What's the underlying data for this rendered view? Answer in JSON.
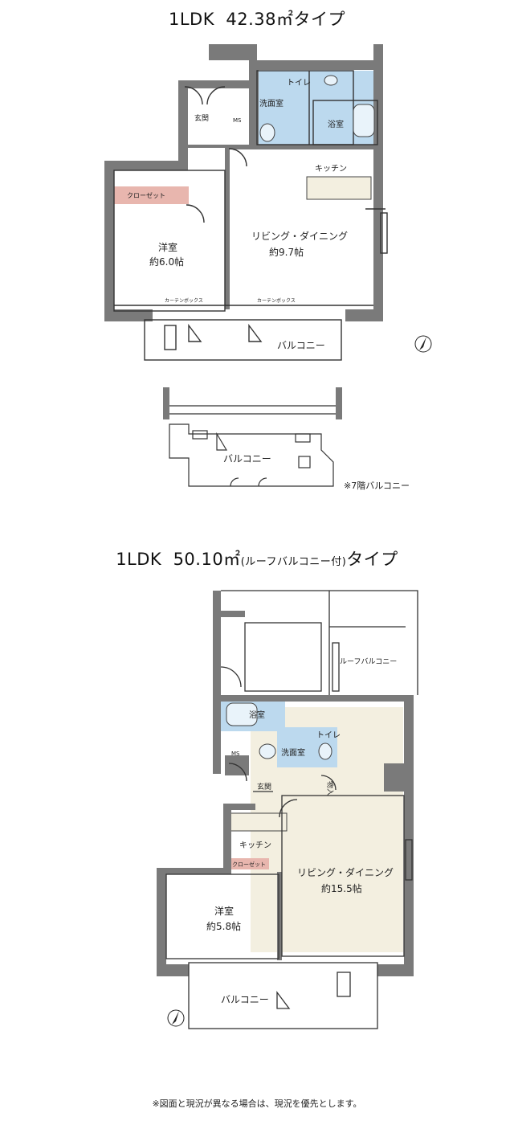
{
  "plan1": {
    "title_prefix": "1LDK",
    "title_area": "42.38㎡",
    "title_suffix": "タイプ",
    "rooms": {
      "toilet": "トイレ",
      "washroom": "洗面室",
      "bath": "浴室",
      "entrance": "玄関",
      "kitchen": "キッチン",
      "closet": "クローゼット",
      "western_room": "洋室",
      "western_room_size": "約6.0帖",
      "living": "リビング・ダイニング",
      "living_size": "約9.7帖",
      "balcony": "バルコニー",
      "curtain_box_1": "カーテンボックス",
      "curtain_box_2": "カーテンボックス",
      "ms": "MS"
    }
  },
  "plan1_7f": {
    "balcony": "バルコニー",
    "note": "※7階バルコニー"
  },
  "plan2": {
    "title_prefix": "1LDK",
    "title_area": "50.10㎡",
    "title_paren": "(ルーフバルコニー付)",
    "title_suffix": "タイプ",
    "rooms": {
      "roof_balcony": "ルーフバルコニー",
      "bath": "浴室",
      "washroom": "洗面室",
      "toilet": "トイレ",
      "storage": "物入",
      "entrance": "玄関",
      "kitchen": "キッチン",
      "closet": "クローゼット",
      "western_room": "洋室",
      "western_room_size": "約5.8帖",
      "living": "リビング・ダイニング",
      "living_size": "約15.5帖",
      "balcony": "バルコニー",
      "ms": "MS"
    }
  },
  "footer_note": "※図面と現況が異なる場合は、現況を優先とします。",
  "colors": {
    "wall": "#7a7a7a",
    "wet_area": "#bcd9ee",
    "floor": "#f3efe0",
    "closet": "#e8b6ae"
  },
  "icons": [
    "north-arrow-icon",
    "north-arrow-icon"
  ]
}
